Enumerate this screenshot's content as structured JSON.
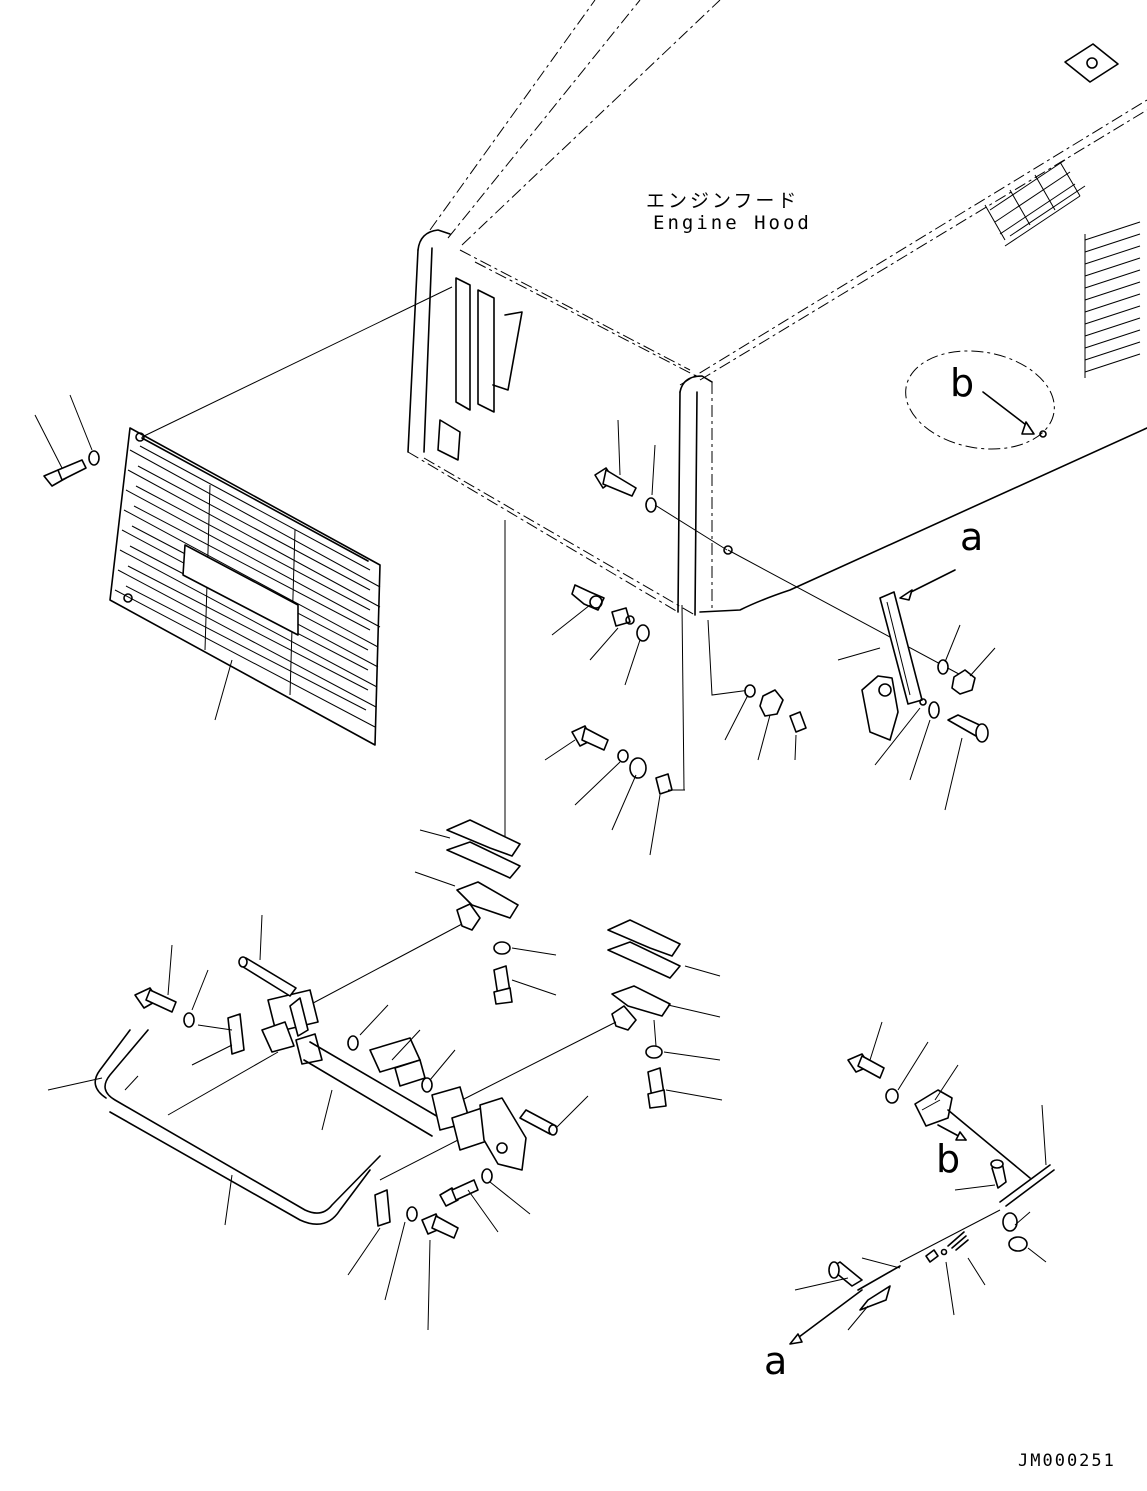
{
  "labels": {
    "hood_jp": "エンジンフード",
    "hood_en": "Engine Hood",
    "letter_b": "b",
    "letter_a": "a",
    "drawing_ref": "JM000251"
  }
}
